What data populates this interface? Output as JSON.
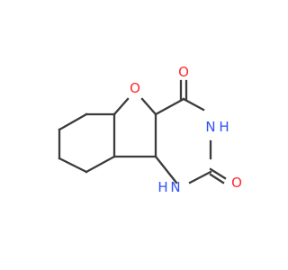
{
  "molecule": {
    "atoms": [
      {
        "id": "o_ring",
        "label": "O",
        "color": "#ff2a2a"
      },
      {
        "id": "o_top",
        "label": "O",
        "color": "#ff2a2a"
      },
      {
        "id": "o_right",
        "label": "O",
        "color": "#ff2a2a"
      },
      {
        "id": "nh_upper",
        "label": "N",
        "h": "H",
        "color": "#3050f8"
      },
      {
        "id": "nh_lower",
        "label": "N",
        "h": "H",
        "color": "#3050f8"
      }
    ],
    "bond_color": "#3b3b3b",
    "background": "#ffffff"
  }
}
